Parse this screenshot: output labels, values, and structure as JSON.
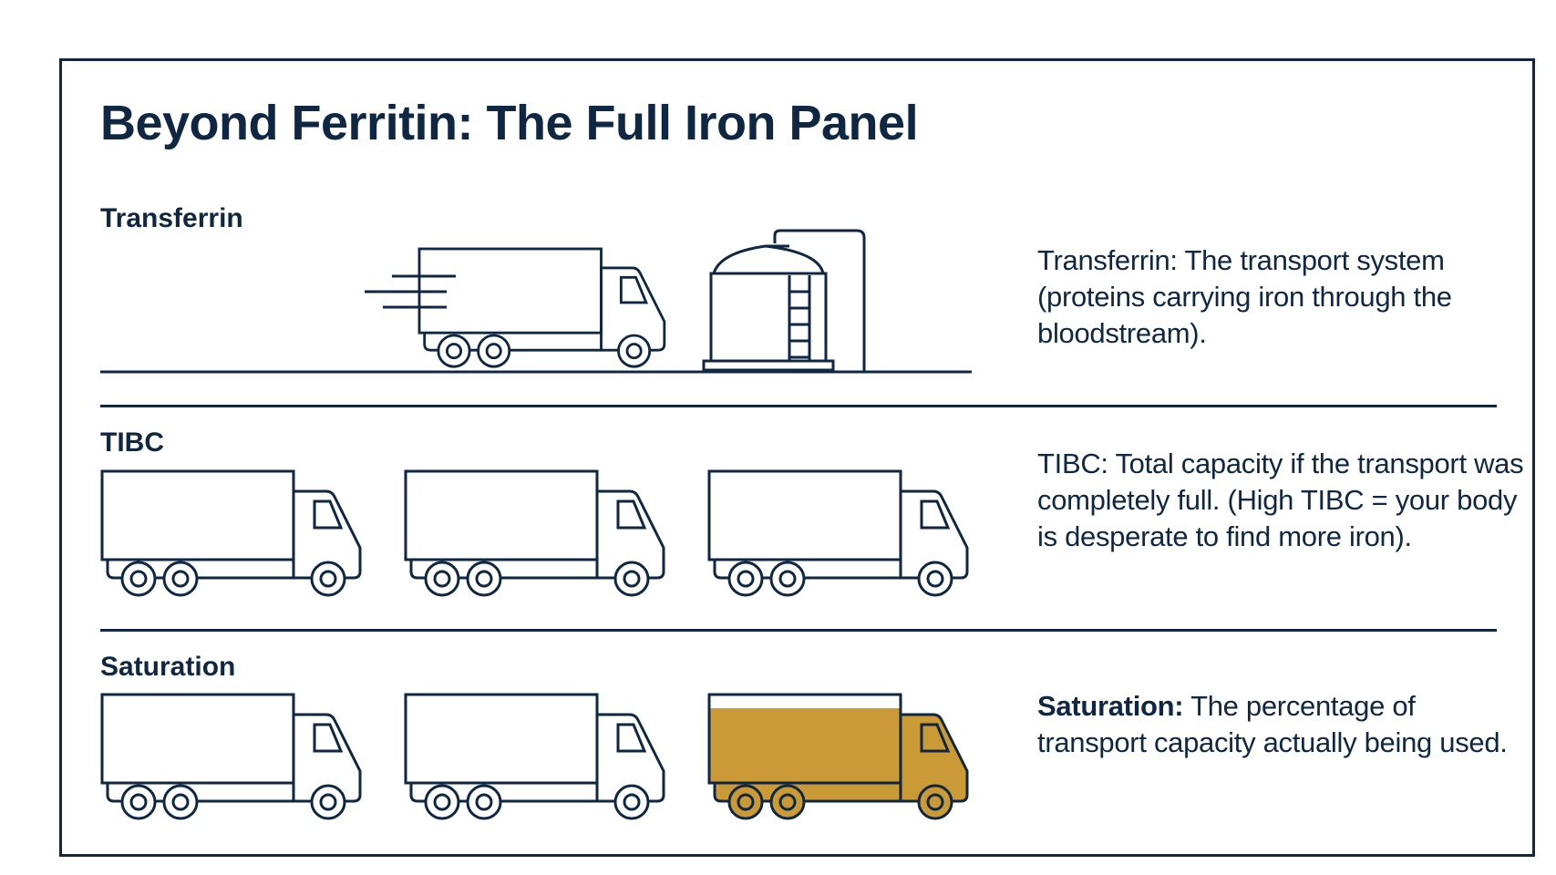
{
  "title": "Beyond Ferritin: The Full Iron Panel",
  "sections": [
    {
      "label": "Transferrin",
      "description_lead": "",
      "description": "Transferrin: The transport system (proteins carrying iron through the bloodstream)."
    },
    {
      "label": "TIBC",
      "description_lead": "",
      "description": "TIBC: Total capacity if the transport was completely full. (High TIBC = your body is desperate to find more iron)."
    },
    {
      "label": "Saturation",
      "description_lead": "Saturation:",
      "description": " The percentage of transport capacity actually being used."
    }
  ],
  "colors": {
    "ink": "#0f2742",
    "iron_fill": "#c99a35",
    "background": "#ffffff"
  },
  "icons": [
    "speed-lines-icon",
    "truck-icon",
    "storage-tank-icon"
  ],
  "saturation": {
    "filled_trucks": 1,
    "total_trucks": 3
  }
}
